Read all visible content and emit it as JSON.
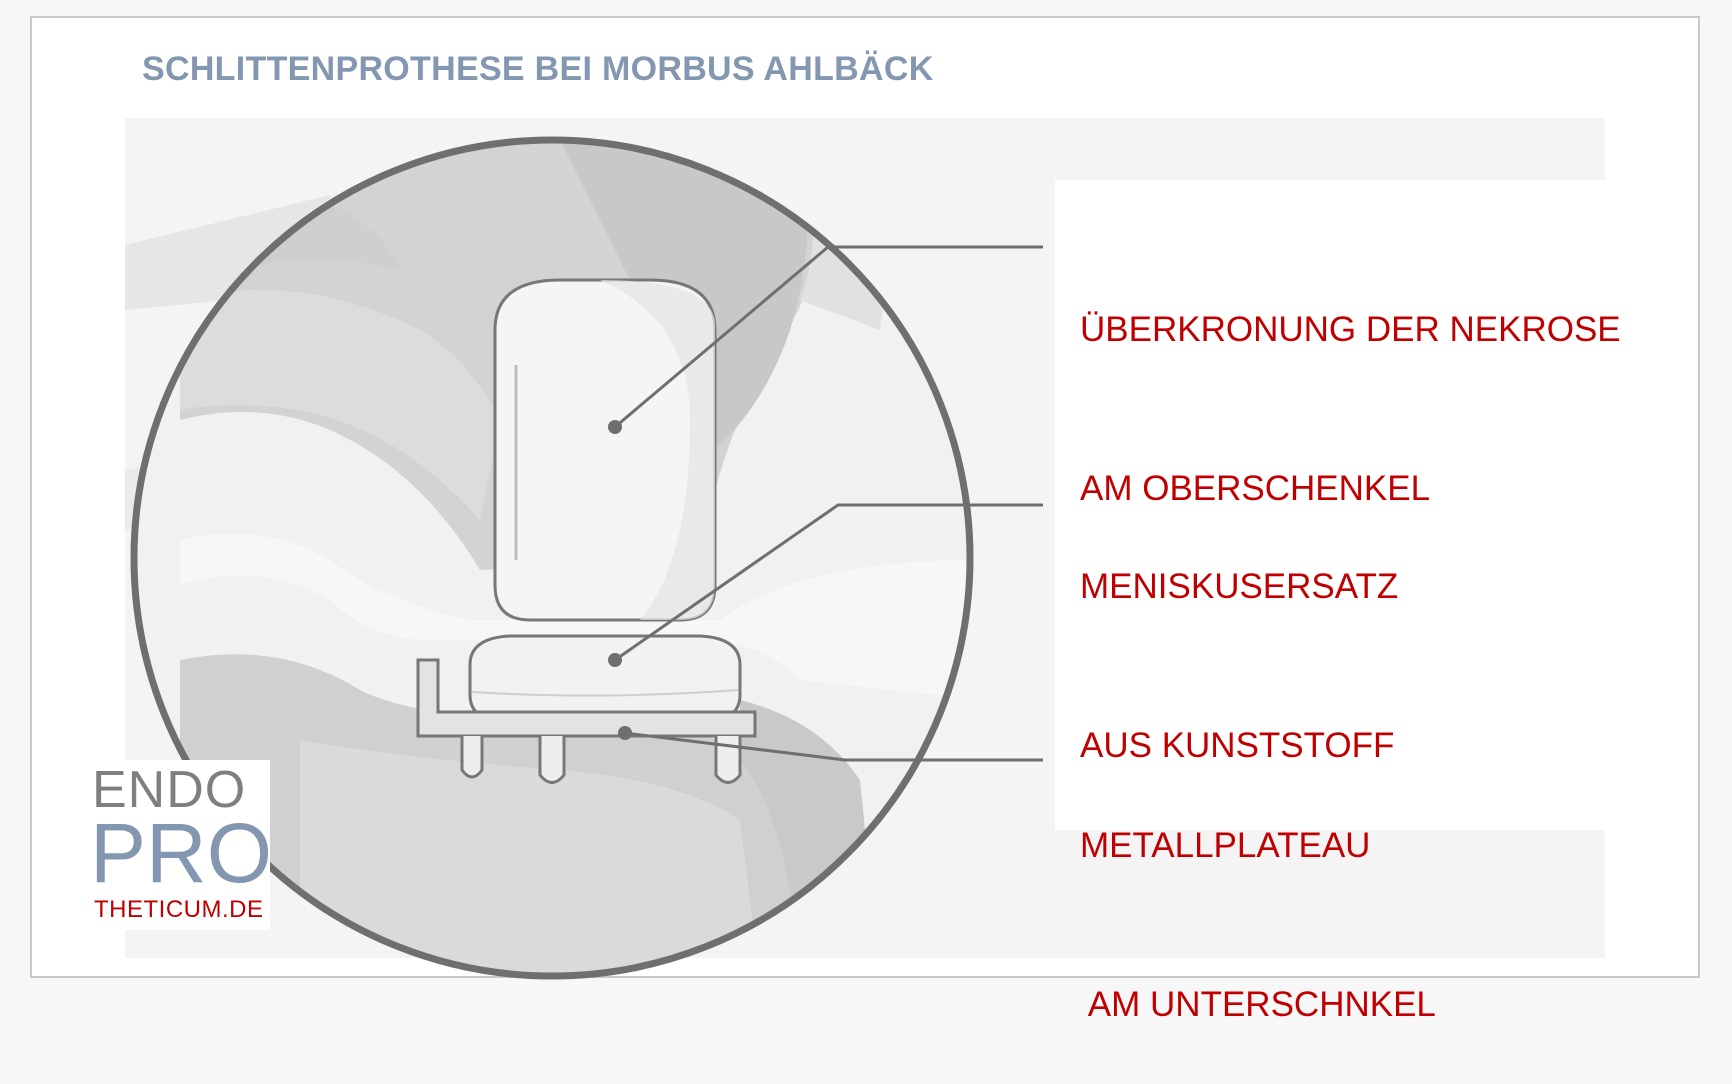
{
  "title": "SCHLITTENPROTHESE BEI MORBUS AHLBÄCK",
  "labels": [
    {
      "line1": "ÜBERKRONUNG DER NEKROSE",
      "line2": "AM OBERSCHENKEL"
    },
    {
      "line1": "MENISKUSERSATZ",
      "line2": "AUS KUNSTSTOFF"
    },
    {
      "line1": "METALLPLATEAU",
      "line2": " AM UNTERSCHNKEL"
    }
  ],
  "logo": {
    "line1": "ENDO",
    "line2": "PRO",
    "line3": "THETICUM.DE"
  },
  "colors": {
    "title": "#8497b0",
    "labels": "#c00000",
    "logo_gray": "#7f7f7f",
    "logo_blue": "#8497b0",
    "logo_red": "#c00000",
    "circle": "#6f6f6f"
  }
}
